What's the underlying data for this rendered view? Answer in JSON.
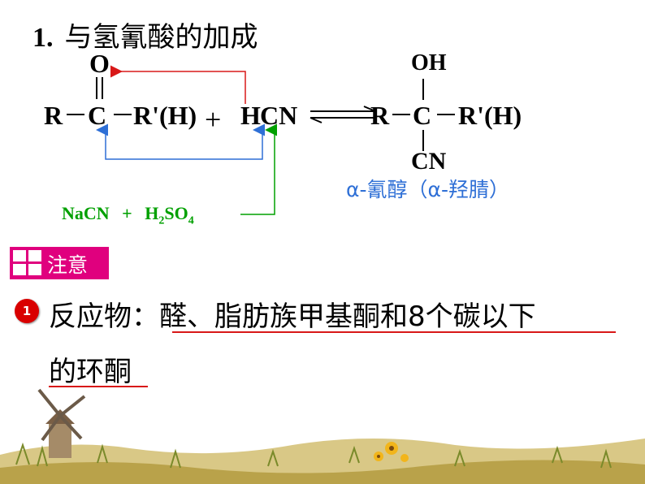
{
  "title": {
    "number": "1.",
    "text": "与氢氰酸的加成"
  },
  "reaction": {
    "reactant_o": "O",
    "reactant_r": "R",
    "reactant_c": "C",
    "reactant_rh": "R'(H)",
    "plus": "+",
    "hcn_h": "H",
    "hcn_cn": "CN",
    "product_oh": "OH",
    "product_r": "R",
    "product_c": "C",
    "product_rh": "R'(H)",
    "product_cn": "CN",
    "catalyst": {
      "a": "NaCN",
      "plus": "+",
      "h": "H",
      "sub2": "2",
      "so": "SO",
      "sub4": "4"
    },
    "product_name": "α-氰醇（α-羟腈）"
  },
  "note": {
    "label": "注意"
  },
  "point1": {
    "badge": "1",
    "line1_label": "反应物：",
    "line1_text": "醛、脂肪族甲基酮和8个碳以下",
    "line2_text": "的环酮"
  },
  "colors": {
    "red_arrow": "#d81818",
    "blue_arrow": "#2e6fd6",
    "green_line": "#00a000",
    "note_bg": "#e0007e",
    "badge": "#d90000"
  }
}
